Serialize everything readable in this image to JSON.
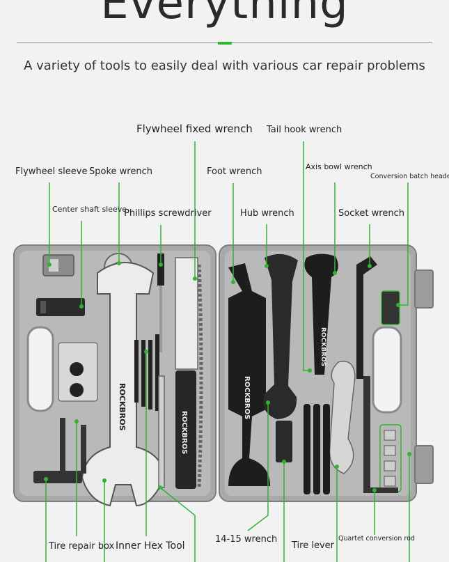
{
  "headline": "Everything",
  "subtitle": "A variety of tools to easily deal with various car repair problems",
  "brand": "ROCKBROS",
  "accent_color": "#2fb52f",
  "labels": {
    "flywheel_fixed_wrench": "Flywheel fixed wrench",
    "tail_hook_wrench": "Tail hook wrench",
    "flywheel_sleeve": "Flywheel sleeve",
    "spoke_wrench": "Spoke wrench",
    "foot_wrench": "Foot wrench",
    "axis_bowl_wrench": "Axis bowl wrench",
    "conversion_batch_header": "Conversion batch header",
    "center_shaft_sleeve": "Center shaft sleeve",
    "phillips_screwdriver": "Phillips screwdriver",
    "hub_wrench": "Hub wrench",
    "socket_wrench": "Socket wrench",
    "wrench_14_15": "14-15 wrench",
    "tire_repair_box": "Tire repair box",
    "inner_hex_tool": "Inner Hex Tool",
    "tire_lever": "Tire lever",
    "quartet_conversion_rod": "Quartet conversion rod"
  }
}
